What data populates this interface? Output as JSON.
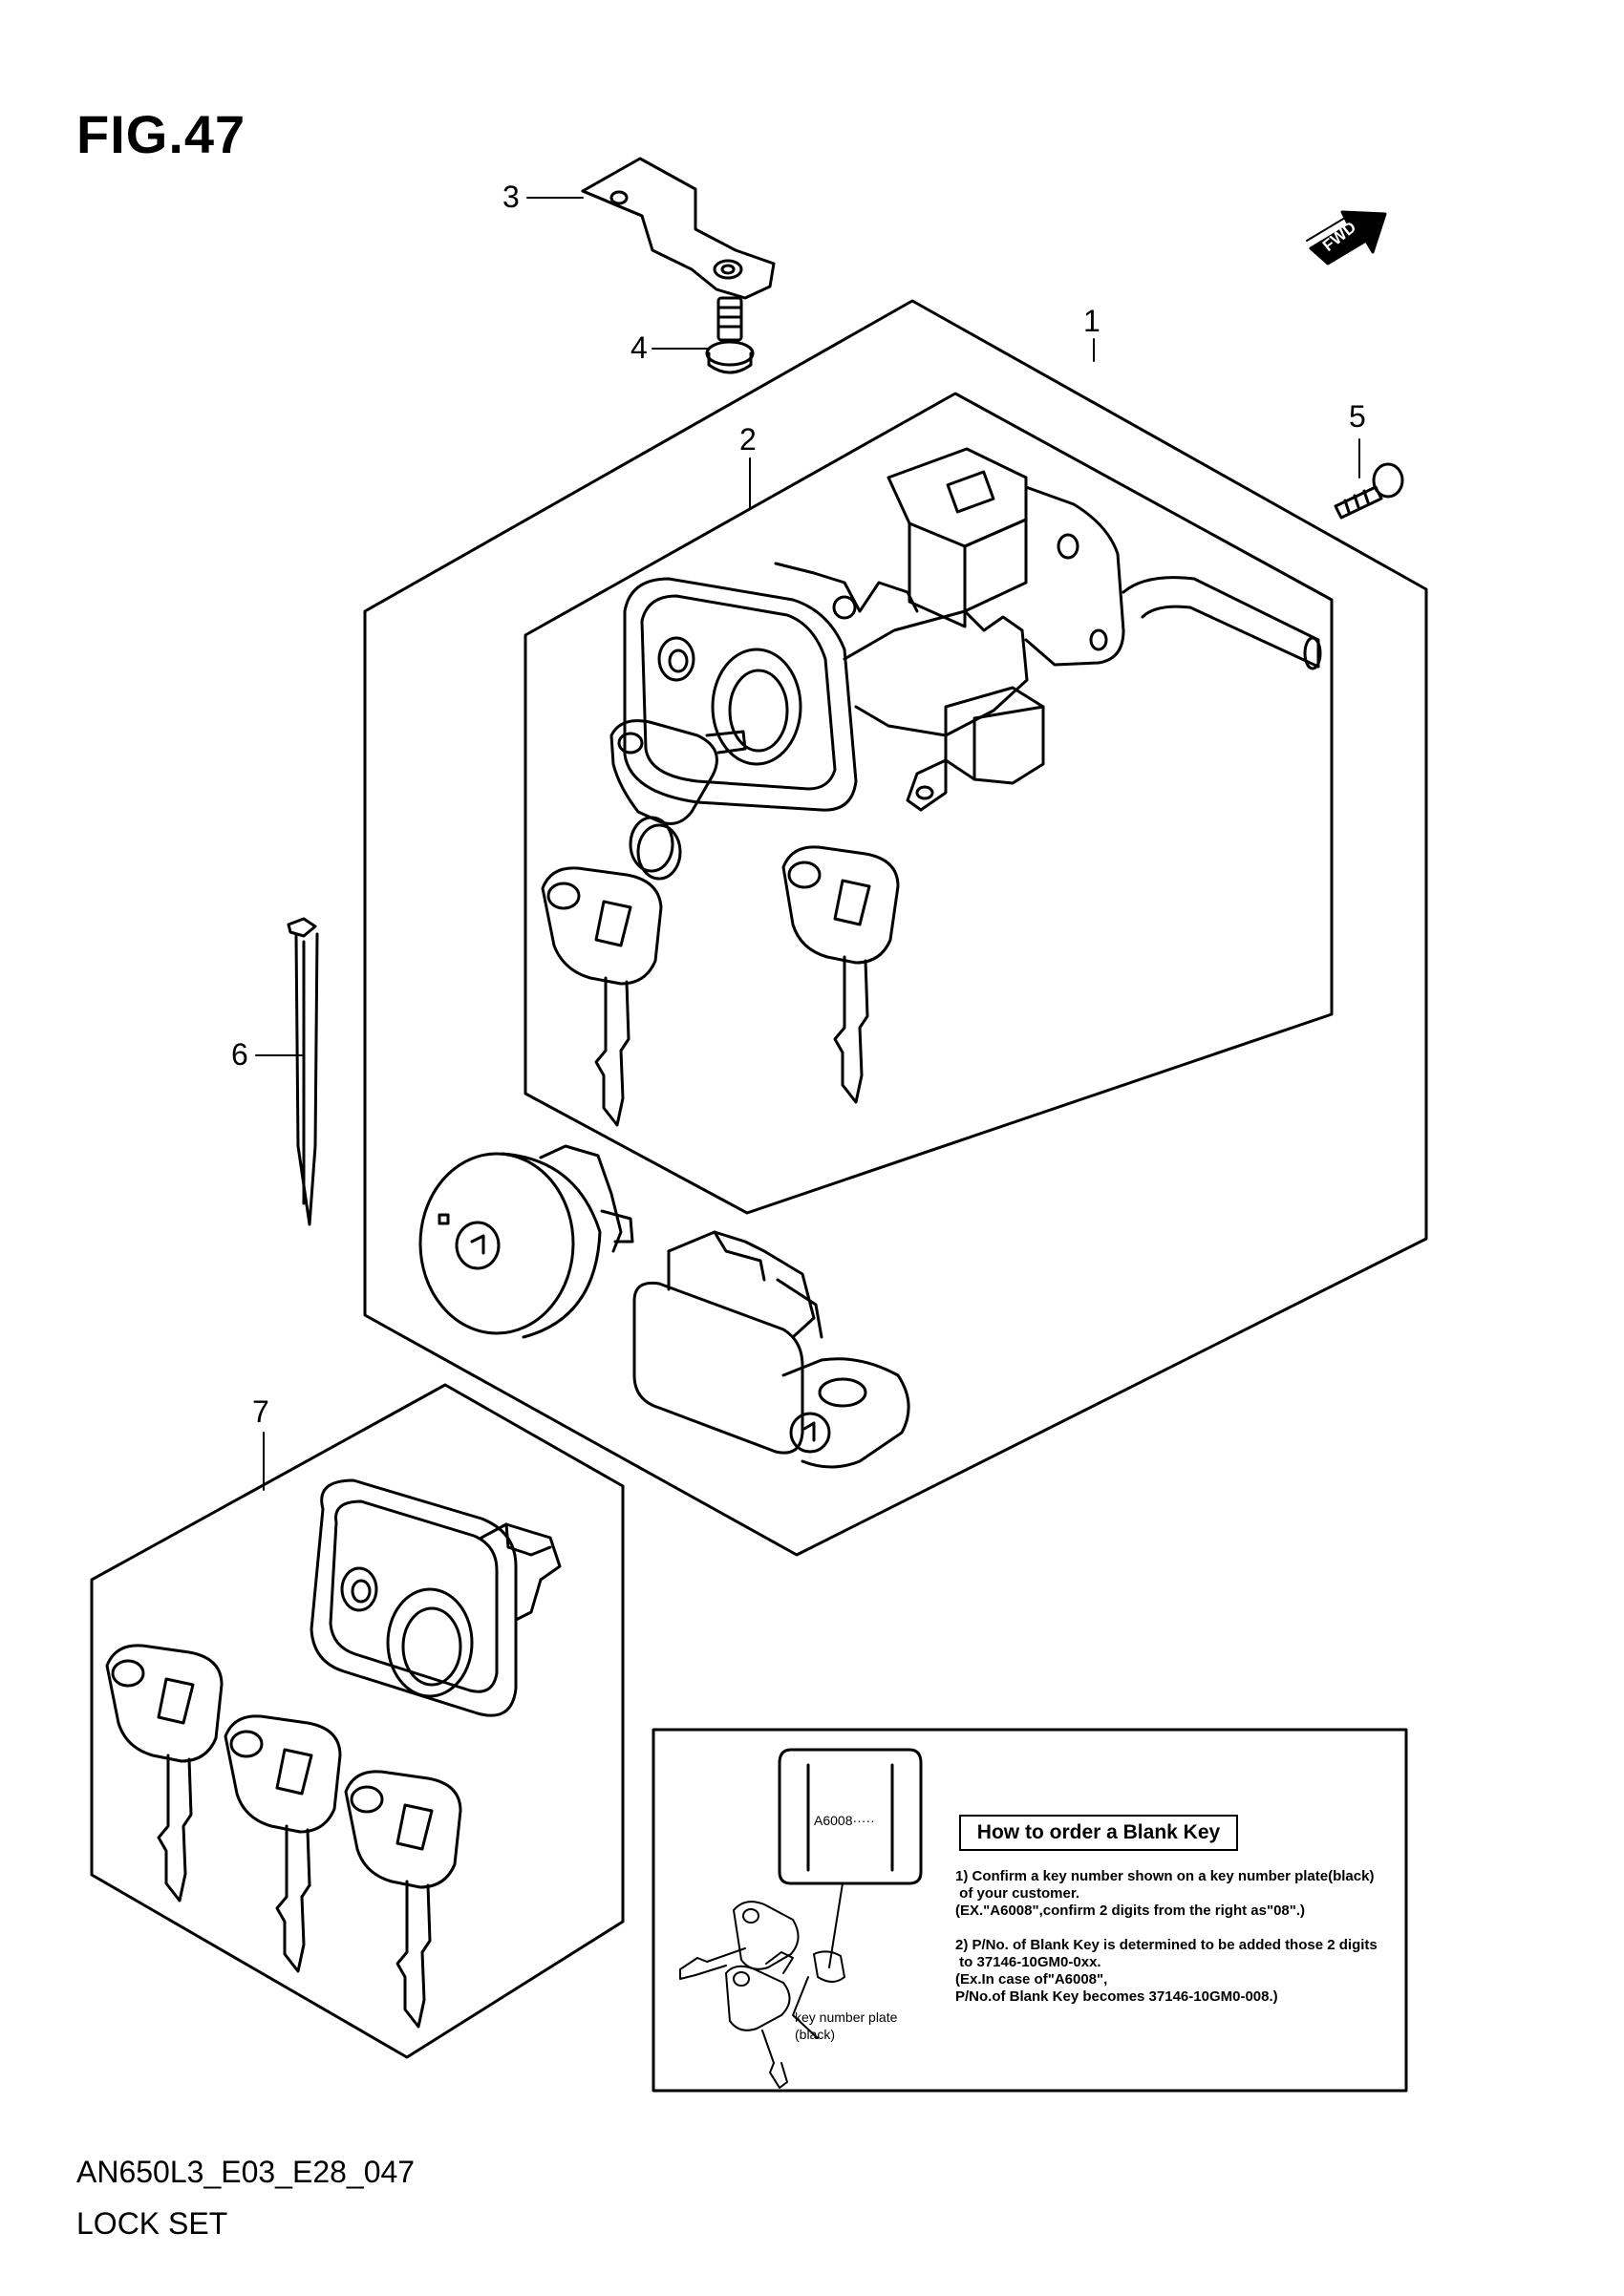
{
  "figure": {
    "title": "FIG.47",
    "code": "AN650L3_E03_E28_047",
    "name": "LOCK SET"
  },
  "callouts": [
    "1",
    "2",
    "3",
    "4",
    "5",
    "6",
    "7"
  ],
  "fwd_label": "FWD",
  "note": {
    "heading": "How to order a Blank Key",
    "step1": [
      "1) Confirm a key number shown on a key number plate(black)",
      " of your customer.",
      "(EX.\"A6008\",confirm 2 digits from the right as\"08\".)"
    ],
    "step2": [
      "2) P/No. of Blank Key is determined to be added those 2 digits",
      " to 37146-10GM0-0xx.",
      "(Ex.In case of\"A6008\",",
      "P/No.of Blank Key becomes 37146-10GM0-008.)"
    ],
    "plate_code": "A6008·····",
    "plate_label": [
      "key number plate",
      "(black)"
    ]
  },
  "colors": {
    "line": "#000000",
    "background": "#ffffff"
  }
}
